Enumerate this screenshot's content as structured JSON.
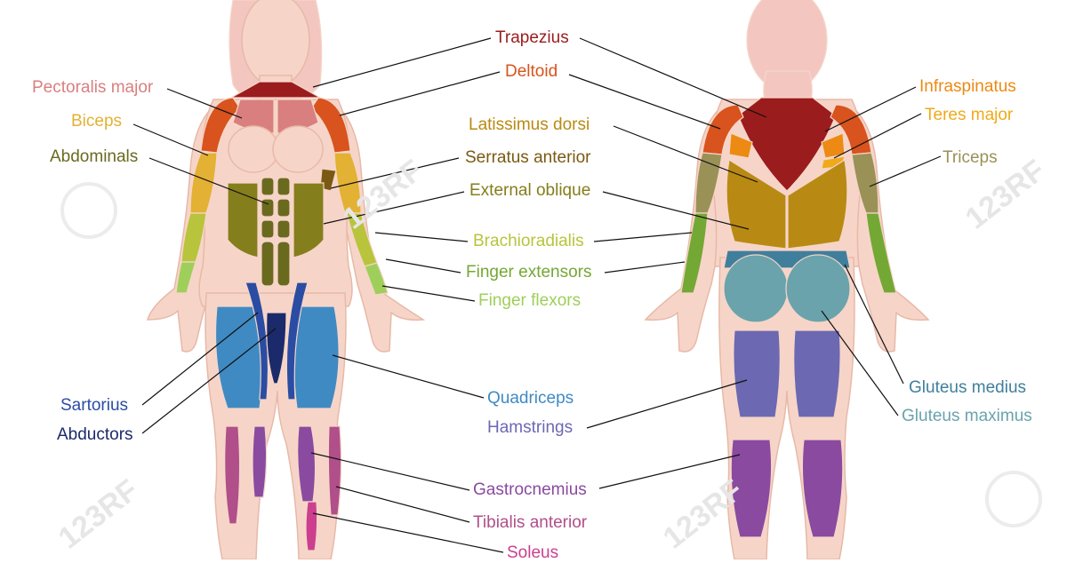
{
  "colors": {
    "skin": "#f6d5c8",
    "skin_outline": "#e7b9a8",
    "trapezius": "#9b1c1c",
    "deltoid": "#d8531d",
    "pectoralis": "#d97f7f",
    "biceps": "#e3b133",
    "abdominals": "#6a6a1f",
    "latissimus": "#b98a13",
    "serratus": "#7a5a12",
    "oblique": "#857e1c",
    "brachioradialis": "#b8c43c",
    "finger_extensors": "#74a834",
    "finger_flexors": "#9fcf5b",
    "sartorius": "#2a4da3",
    "abductors": "#1b2a6b",
    "quadriceps": "#3f8ac3",
    "hamstrings": "#6c68b2",
    "gastrocnemius": "#8a4aa0",
    "tibialis": "#b04f8a",
    "soleus": "#cc3f8e",
    "infraspinatus": "#ec8a13",
    "teres": "#f0a918",
    "triceps": "#9a9157",
    "gluteus_medius": "#3f7f9c",
    "gluteus_maximus": "#6aa3ac",
    "hair": "#f3c7c0",
    "watermark": "#e6e6e6"
  },
  "labels": {
    "trapezius": "Trapezius",
    "deltoid": "Deltoid",
    "pectoralis": "Pectoralis major",
    "biceps": "Biceps",
    "abdominals": "Abdominals",
    "latissimus": "Latissimus dorsi",
    "serratus": "Serratus anterior",
    "oblique": "External oblique",
    "brachioradialis": "Brachioradialis",
    "finger_extensors": "Finger extensors",
    "finger_flexors": "Finger flexors",
    "sartorius": "Sartorius",
    "abductors": "Abductors",
    "quadriceps": "Quadriceps",
    "hamstrings": "Hamstrings",
    "gastrocnemius": "Gastrocnemius",
    "tibialis": "Tibialis anterior",
    "soleus": "Soleus",
    "infraspinatus": "Infraspinatus",
    "teres": "Teres major",
    "triceps": "Triceps",
    "gluteus_medius": "Gluteus medius",
    "gluteus_maximus": "Gluteus maximus"
  },
  "watermark": "123RF"
}
